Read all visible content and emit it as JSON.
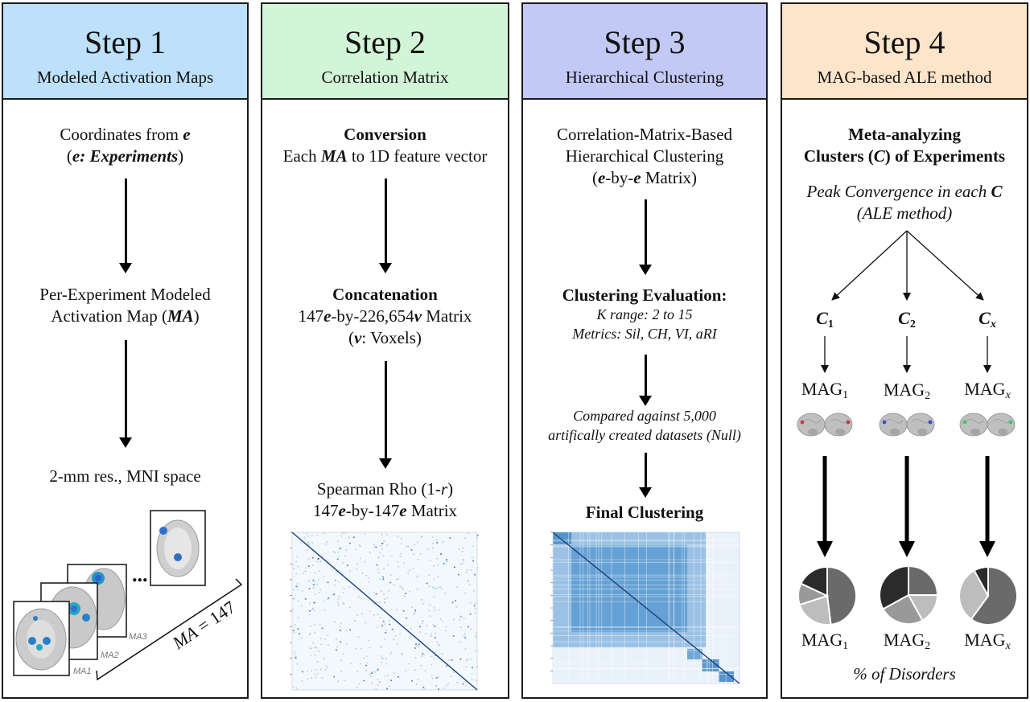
{
  "steps": [
    {
      "title": "Step 1",
      "subtitle": "Modeled Activation Maps",
      "color": "#bde1fb",
      "line1": "Coordinates from",
      "line1_var": "e",
      "line2_open": "(",
      "line2_var": "e: Experiments",
      "line2_close": ")",
      "ma_line1": "Per-Experiment Modeled",
      "ma_line2_pre": "Activation Map (",
      "ma_line2_var": "MA",
      "ma_line2_post": ")",
      "space": "2-mm res., MNI space",
      "stack_labels": [
        "MA1",
        "MA2",
        "MA3"
      ],
      "ellipsis": "...",
      "ma_count_var": "MA",
      "ma_count_val": " = 147"
    },
    {
      "title": "Step 2",
      "subtitle": "Correlation Matrix",
      "color": "#d3f5d7",
      "conv_title": "Conversion",
      "conv_pre": "Each ",
      "conv_var": "MA",
      "conv_post": " to 1D feature vector",
      "concat_title": "Concatenation",
      "concat_a": "147",
      "concat_e": "e",
      "concat_b": "-by-226,654",
      "concat_v": "v",
      "concat_c": " Matrix",
      "vox_open": "(",
      "vox_v": "v",
      "vox_rest": ": Voxels)",
      "sp_pre": "Spearman Rho (1-",
      "sp_r": "r",
      "sp_post": ")",
      "mat_a": "147",
      "mat_e1": "e",
      "mat_b": "-by-147",
      "mat_e2": "e",
      "mat_c": " Matrix"
    },
    {
      "title": "Step 3",
      "subtitle": "Hierarchical Clustering",
      "color": "#c2c9f5",
      "hc_line1": "Correlation-Matrix-Based",
      "hc_line2": "Hierarchical Clustering",
      "hc_open": "(",
      "hc_e1": "e",
      "hc_mid": "-by-",
      "hc_e2": "e",
      "hc_close": " Matrix)",
      "eval_title": "Clustering Evaluation:",
      "k_range": "K range: 2 to 15",
      "metrics": "Metrics: Sil, CH, VI, aRI",
      "null_line1": "Compared against 5,000",
      "null_line2": "artifically created datasets (Null)",
      "final": "Final Clustering"
    },
    {
      "title": "Step 4",
      "subtitle": "MAG-based ALE method",
      "color": "#fde5c9",
      "meta_line1": "Meta-analyzing",
      "meta_line2_pre": "Clusters (",
      "meta_line2_var": "C",
      "meta_line2_post": ") of Experiments",
      "peak_pre": "Peak Convergence in each ",
      "peak_var": "C",
      "ale": "(ALE method)",
      "clusters": [
        {
          "c": "C",
          "csub": "1",
          "mag": "MAG",
          "msub": "1",
          "dot": "#c83c3c"
        },
        {
          "c": "C",
          "csub": "2",
          "mag": "MAG",
          "msub": "2",
          "dot": "#3c4fc8"
        },
        {
          "c": "C",
          "csub": "x",
          "mag": "MAG",
          "msub": "x",
          "dot": "#3cc85a"
        }
      ],
      "footer": "% of Disorders",
      "pies": [
        [
          0.48,
          0.22,
          0.12,
          0.18
        ],
        [
          0.25,
          0.17,
          0.25,
          0.33
        ],
        [
          0.6,
          0.32,
          0.08
        ]
      ],
      "pie_colors": [
        "#6a6a6a",
        "#bdbdbd",
        "#999999",
        "#2b2b2b"
      ]
    }
  ]
}
